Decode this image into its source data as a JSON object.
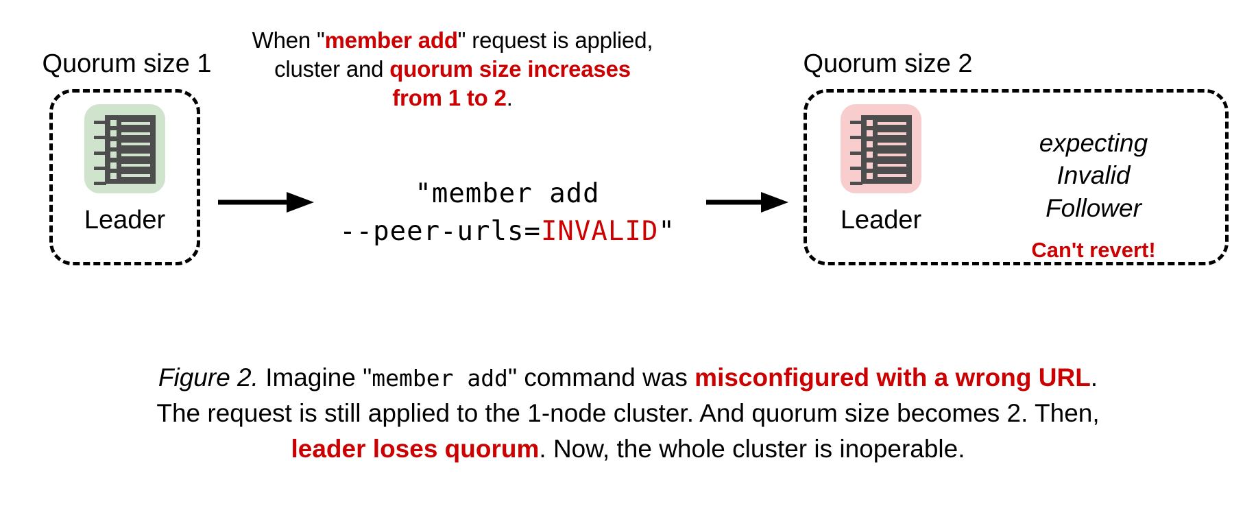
{
  "figure": {
    "top_note": {
      "line1_prefix": "When \"",
      "line1_emphasis": "member add",
      "line1_suffix": "\" request is applied,",
      "line2_prefix": "cluster and ",
      "line2_emphasis": "quorum size increases",
      "line3_emphasis": "from 1 to 2",
      "line3_suffix": "."
    },
    "clusters": [
      {
        "label": "Quorum size 1",
        "node_name": "Leader",
        "icon_name": "server-rack-icon",
        "icon_color": "#cfe3cd",
        "rack_color": "#4d4d4d"
      },
      {
        "label": "Quorum size 2",
        "node_name": "Leader",
        "icon_name": "server-rack-icon",
        "icon_color": "#f7cdcd",
        "rack_color": "#4d4d4d"
      }
    ],
    "command": {
      "line1": "\"member add",
      "line2_prefix": "--peer-urls=",
      "line2_value": "INVALID",
      "line2_suffix": "\""
    },
    "status": {
      "line1": "expecting",
      "line2": "Invalid",
      "line3": "Follower",
      "warning": "Can't revert!"
    },
    "caption": {
      "label": "Figure 2.",
      "seg1": " Imagine \"",
      "seg2_mono": "member add",
      "seg3": "\" command was ",
      "seg4_emphasis": "misconfigured with a wrong URL",
      "seg5": ".",
      "seg6": "The request is still applied to the 1-node cluster. And quorum size becomes 2. Then,",
      "seg7_emphasis": "leader loses quorum",
      "seg8": ". Now, the whole cluster is inoperable."
    },
    "colors": {
      "accent_red": "#cc0000",
      "ink": "#000000",
      "green_tile": "#cfe3cd",
      "pink_tile": "#f7cdcd",
      "rack_gray": "#4d4d4d"
    }
  }
}
